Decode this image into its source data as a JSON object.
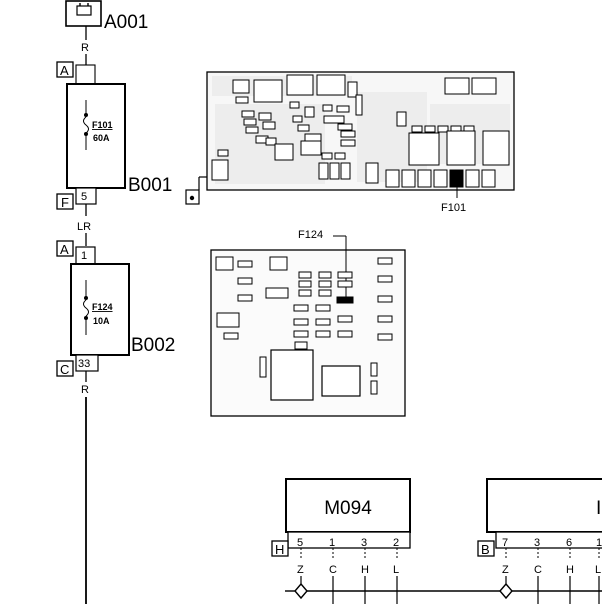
{
  "components": {
    "battery": {
      "label": "A001",
      "wire": "R"
    },
    "fuse_box_main": {
      "label": "B001",
      "connector_top": "A",
      "connector_bottom": "F",
      "pin_bottom": "5",
      "fuse_name": "F101",
      "fuse_rating": "60A",
      "wire_out": "LR"
    },
    "fuse_box_secondary": {
      "label": "B002",
      "connector_top": "A",
      "pin_top": "1",
      "connector_bottom": "C",
      "pin_bottom": "33",
      "fuse_name": "F124",
      "fuse_rating": "10A",
      "wire_out": "R"
    }
  },
  "callouts": {
    "main_board_fuse": "F101",
    "secondary_board_fuse": "F124"
  },
  "modules": [
    {
      "label": "M094",
      "connector": "H",
      "pins": [
        "5",
        "1",
        "3",
        "2"
      ],
      "wires": [
        "Z",
        "C",
        "H",
        "L"
      ]
    },
    {
      "label": "I",
      "connector": "B",
      "pins": [
        "7",
        "3",
        "6",
        "1"
      ],
      "wires": [
        "Z",
        "C",
        "H",
        "L"
      ]
    }
  ]
}
